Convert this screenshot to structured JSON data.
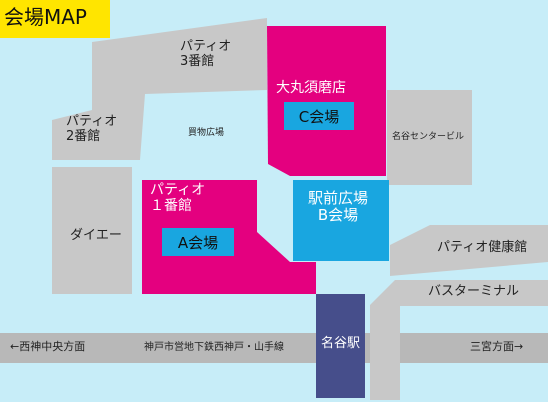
{
  "title": "会場MAP",
  "colors": {
    "background": "#c7edf8",
    "building": "#c8c8c8",
    "venue_pink": "#e4007f",
    "venue_blue": "#19a6e0",
    "title_bg": "#ffe500",
    "station": "#464e8b",
    "rail": "#b8b8b8"
  },
  "buildings": {
    "patio3": "パティオ\n3番館",
    "patio2": "パティオ\n2番館",
    "plaza": "買物広場",
    "meikoku_center": "名谷センタービル",
    "daiei": "ダイエー",
    "patio_health": "パティオ健康館",
    "bus_terminal": "バスターミナル"
  },
  "venues": {
    "daimaru": {
      "name": "大丸須磨店",
      "venue": "C会場"
    },
    "patio1": {
      "name": "パティオ\n１番館",
      "venue": "A会場"
    },
    "ekimae": {
      "name": "駅前広場\nB会場"
    }
  },
  "rail": {
    "west": "←西神中央方面",
    "line": "神戸市営地下鉄西神戸・山手線",
    "east": "三宮方面→",
    "station": "名谷駅"
  }
}
